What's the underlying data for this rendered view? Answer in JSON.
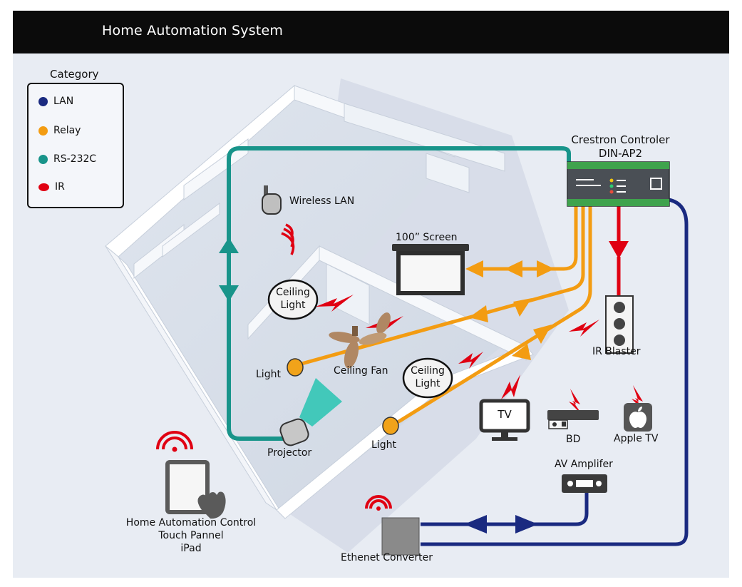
{
  "header": {
    "title": "Home Automation System"
  },
  "legend": {
    "title": "Category",
    "items": [
      {
        "label": "LAN",
        "color": "#1a2a80"
      },
      {
        "label": "Relay",
        "color": "#f39c12"
      },
      {
        "label": "RS-232C",
        "color": "#18948a"
      },
      {
        "label": "IR",
        "color": "#e00012"
      }
    ]
  },
  "devices": {
    "controller_name": "Crestron Controler",
    "controller_model": "DIN-AP2",
    "wireless_lan": "Wireless LAN",
    "screen": "100”  Screen",
    "ceiling_light_1": "Ceiling\nLight",
    "ceiling_light_2": "Ceiling\nLight",
    "ceiling_fan": "Ceiling Fan",
    "light_1": "Light",
    "light_2": "Light",
    "projector": "Projector",
    "ir_blaster": "IR Blaster",
    "tv": "TV",
    "tv_label": "TV",
    "bd": "BD",
    "apple_tv": "Apple TV",
    "av_amplifier": "AV Amplifer",
    "ethernet_converter": "Ethenet Converter",
    "touch_panel_line1": "Home Automation Control",
    "touch_panel_line2": "Touch Pannel",
    "touch_panel_line3": "iPad"
  }
}
